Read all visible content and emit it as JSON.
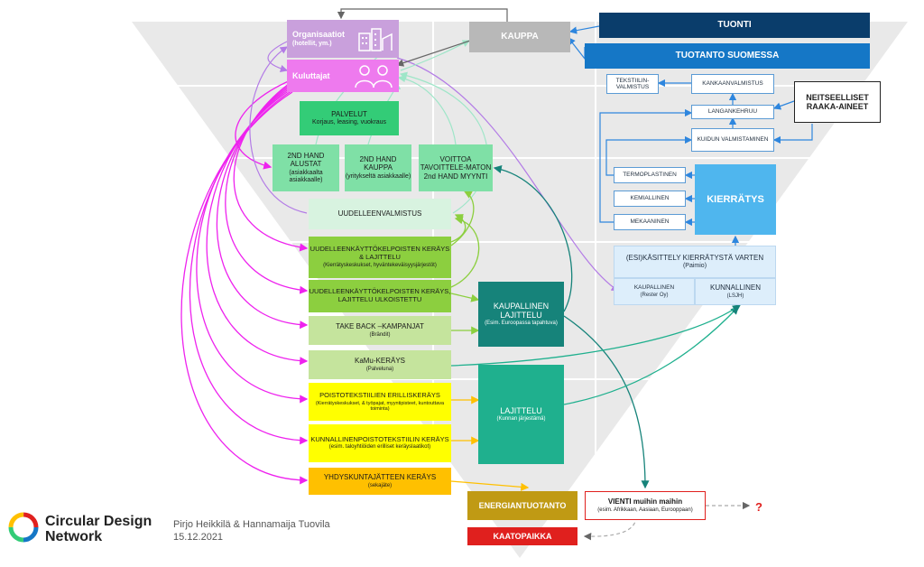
{
  "colors": {
    "organisaatiot": "#c9a0dc",
    "kuluttajat": "#ee7aee",
    "palvelut": "#33cc77",
    "hand": "#7fe0a6",
    "uudelleenvalmistus": "#d8f3e0",
    "green_dark": "#8ccf3f",
    "green_light": "#c5e49d",
    "yellow": "#ffff00",
    "orange": "#ffc000",
    "teal_dark": "#16837a",
    "teal": "#1fb08e",
    "energia": "#c09a14",
    "kaatopaikka": "#e0201e",
    "tuonti": "#0a3d6b",
    "tuotanto": "#1577c6",
    "kierratys": "#4fb6ee",
    "esikasittely": "#ddeefb",
    "kauppa": "#b8b8b8",
    "arrow_magenta": "#ee22ee",
    "arrow_purple": "#b37be6",
    "arrow_green": "#8ccf3f",
    "arrow_teal": "#16837a",
    "arrow_blue": "#2e86de",
    "arrow_lightgreen": "#9ee6c8"
  },
  "boxes": {
    "organisaatiot": {
      "title": "Organisaatiot",
      "sub": "(hotellit, ym.)",
      "icon": "building-icon"
    },
    "kuluttajat": {
      "title": "Kuluttajat",
      "icon": "people-icon"
    },
    "kauppa": {
      "title": "KAUPPA"
    },
    "tuonti": {
      "title": "TUONTI"
    },
    "tuotanto": {
      "title": "TUOTANTO SUOMESSA"
    },
    "tekstiilinvalmistus": {
      "title": "TEKSTIILIN-VALMISTUS"
    },
    "kankaanvalmistus": {
      "title": "KANKAANVALMISTUS"
    },
    "neitseelliset": {
      "title": "NEITSEELLISET RAAKA-AINEET"
    },
    "langankehruu": {
      "title": "LANGANKEHRUU"
    },
    "kuidun": {
      "title": "KUIDUN VALMISTAMINEN"
    },
    "termoplastinen": {
      "title": "TERMOPLASTINEN"
    },
    "kemiallinen": {
      "title": "KEMIALLINEN"
    },
    "mekaaninen": {
      "title": "MEKAANINEN"
    },
    "kierratys": {
      "title": "KIERRÄTYS"
    },
    "esikasittely": {
      "title": "(ESI)KÄSITTELY KIERRÄTYSTÄ VARTEN",
      "sub": "(Paimio)"
    },
    "kaupallinen_right": {
      "title": "KAUPALLINEN",
      "sub": "(Rester Oy)"
    },
    "kunnallinen_right": {
      "title": "KUNNALLINEN",
      "sub": "(LSJH)"
    },
    "palvelut": {
      "title": "PALVELUT",
      "sub": "Korjaus, leasing, vuokraus"
    },
    "hand_alustat": {
      "title": "2ND HAND ALUSTAT",
      "sub": "(asiakkaalta asiakkaalle)"
    },
    "hand_kauppa": {
      "title": "2ND HAND KAUPPA",
      "sub": "(yritykseltä asiakkaalle)"
    },
    "voittoa": {
      "title": "VOITTOA TAVOITTELE-MATON 2nd HAND MYYNTI"
    },
    "uudelleenvalmistus": {
      "title": "UUDELLEENVALMISTUS"
    },
    "keraily1": {
      "title": "UUDELLEENKÄYTTÖKELPOISTEN KERÄYS & LAJITTELU",
      "sub": "(Kierrätyskeskukset, hyväntekeväisyysjärjestöt)"
    },
    "keraily2": {
      "title": "UUDELLEENKÄYTTÖKELPOISTEN KERÄYS, LAJITTELU ULKOISTETTU"
    },
    "takeback": {
      "title": "TAKE BACK –KAMPANJAT",
      "sub": "(Brändit)"
    },
    "kamu": {
      "title": "KaMu-KERÄYS",
      "sub": "(Palveluna)"
    },
    "poisto1": {
      "title": "POISTOTEKSTIILIEN ERILLISKERÄYS",
      "sub": "(Kierrätyskeskukset, & työpajat, myyntipisteet, kuntouttava toiminta)"
    },
    "poisto2": {
      "title": "KUNNALLINENPOISTOTEKSTIILIN KERÄYS",
      "sub": "(esim. taloyhtiöiden erilliset keräyslaatikot)"
    },
    "yhdyskunta": {
      "title": "YHDYSKUNTAJÄTTEEN KERÄYS",
      "sub": "(sekajäte)"
    },
    "kaupallinen_mid": {
      "title": "KAUPALLINEN LAJITTELU",
      "sub": "(Esim. Euroopassa tapahtuva)"
    },
    "lajittelu": {
      "title": "LAJITTELU",
      "sub": "(Kunnan järjestämä)"
    },
    "energia": {
      "title": "ENERGIANTUOTANTO"
    },
    "vienti": {
      "title": "VIENTI muihin maihin",
      "sub": "(esim. Afrikkaan, Aasiaan, Eurooppaan)"
    },
    "kaatopaikka": {
      "title": "KAATOPAIKKA"
    }
  },
  "question_mark": "?",
  "footer": {
    "brand_line1": "Circular Design",
    "brand_line2": "Network",
    "authors": "Pirjo Heikkilä & Hannamaija Tuovila",
    "date": "15.12.2021",
    "logo_icon": "circular-logo-icon"
  }
}
